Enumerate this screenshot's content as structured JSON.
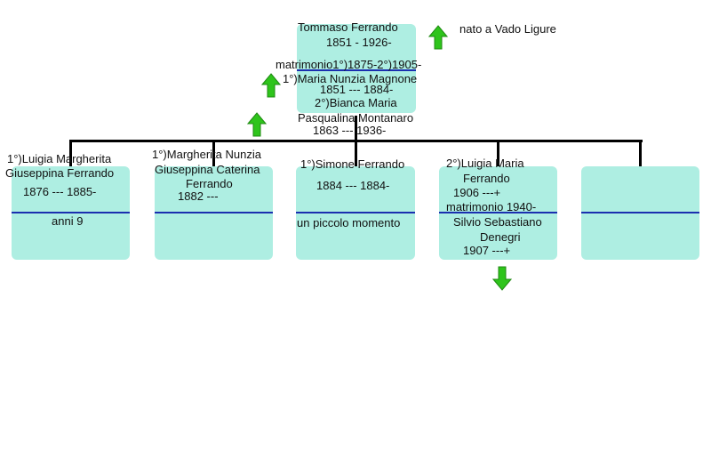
{
  "head": {
    "name": "Tommaso Ferrando",
    "dates": "1851 - 1926-",
    "marriage": "matrimonio1°)1875-2°)1905-",
    "spouse1_name": "1°)Maria Nunzia Magnone",
    "spouse1_dates": "1851 --- 1884-",
    "spouse2_name_line1": "2°)Bianca Maria",
    "spouse2_name_line2": "Pasqualina Montanaro",
    "spouse2_dates": "1863 --- 1936-"
  },
  "birthplace": "nato a Vado Ligure",
  "children": [
    {
      "line1": "1°)Luigia Margherita",
      "line2": "Giuseppina Ferrando",
      "dates": "1876 --- 1885-",
      "note": "anni 9"
    },
    {
      "line1": "1°)Margherita Nunzia",
      "line2": "Giuseppina Caterina",
      "line3": "Ferrando",
      "dates": "1882 ---"
    },
    {
      "line1": "1°)Simone Ferrando",
      "dates": "1884 --- 1884-",
      "note": "un piccolo momento"
    },
    {
      "line1": "2°)Luigia Maria",
      "line2": "Ferrando",
      "dates": "1906 ---+",
      "marriage": "matrimonio 1940-",
      "spouse_line1": "Silvio Sebastiano",
      "spouse_line2": "Denegri",
      "spouse_dates": "1907 ---+"
    },
    {}
  ],
  "colors": {
    "box": "#aeeee2",
    "divider": "#1b2fb0",
    "arrow": "#2ec41b",
    "line": "#000000"
  },
  "icons": [
    "arrow-up-icon",
    "arrow-down-icon"
  ]
}
